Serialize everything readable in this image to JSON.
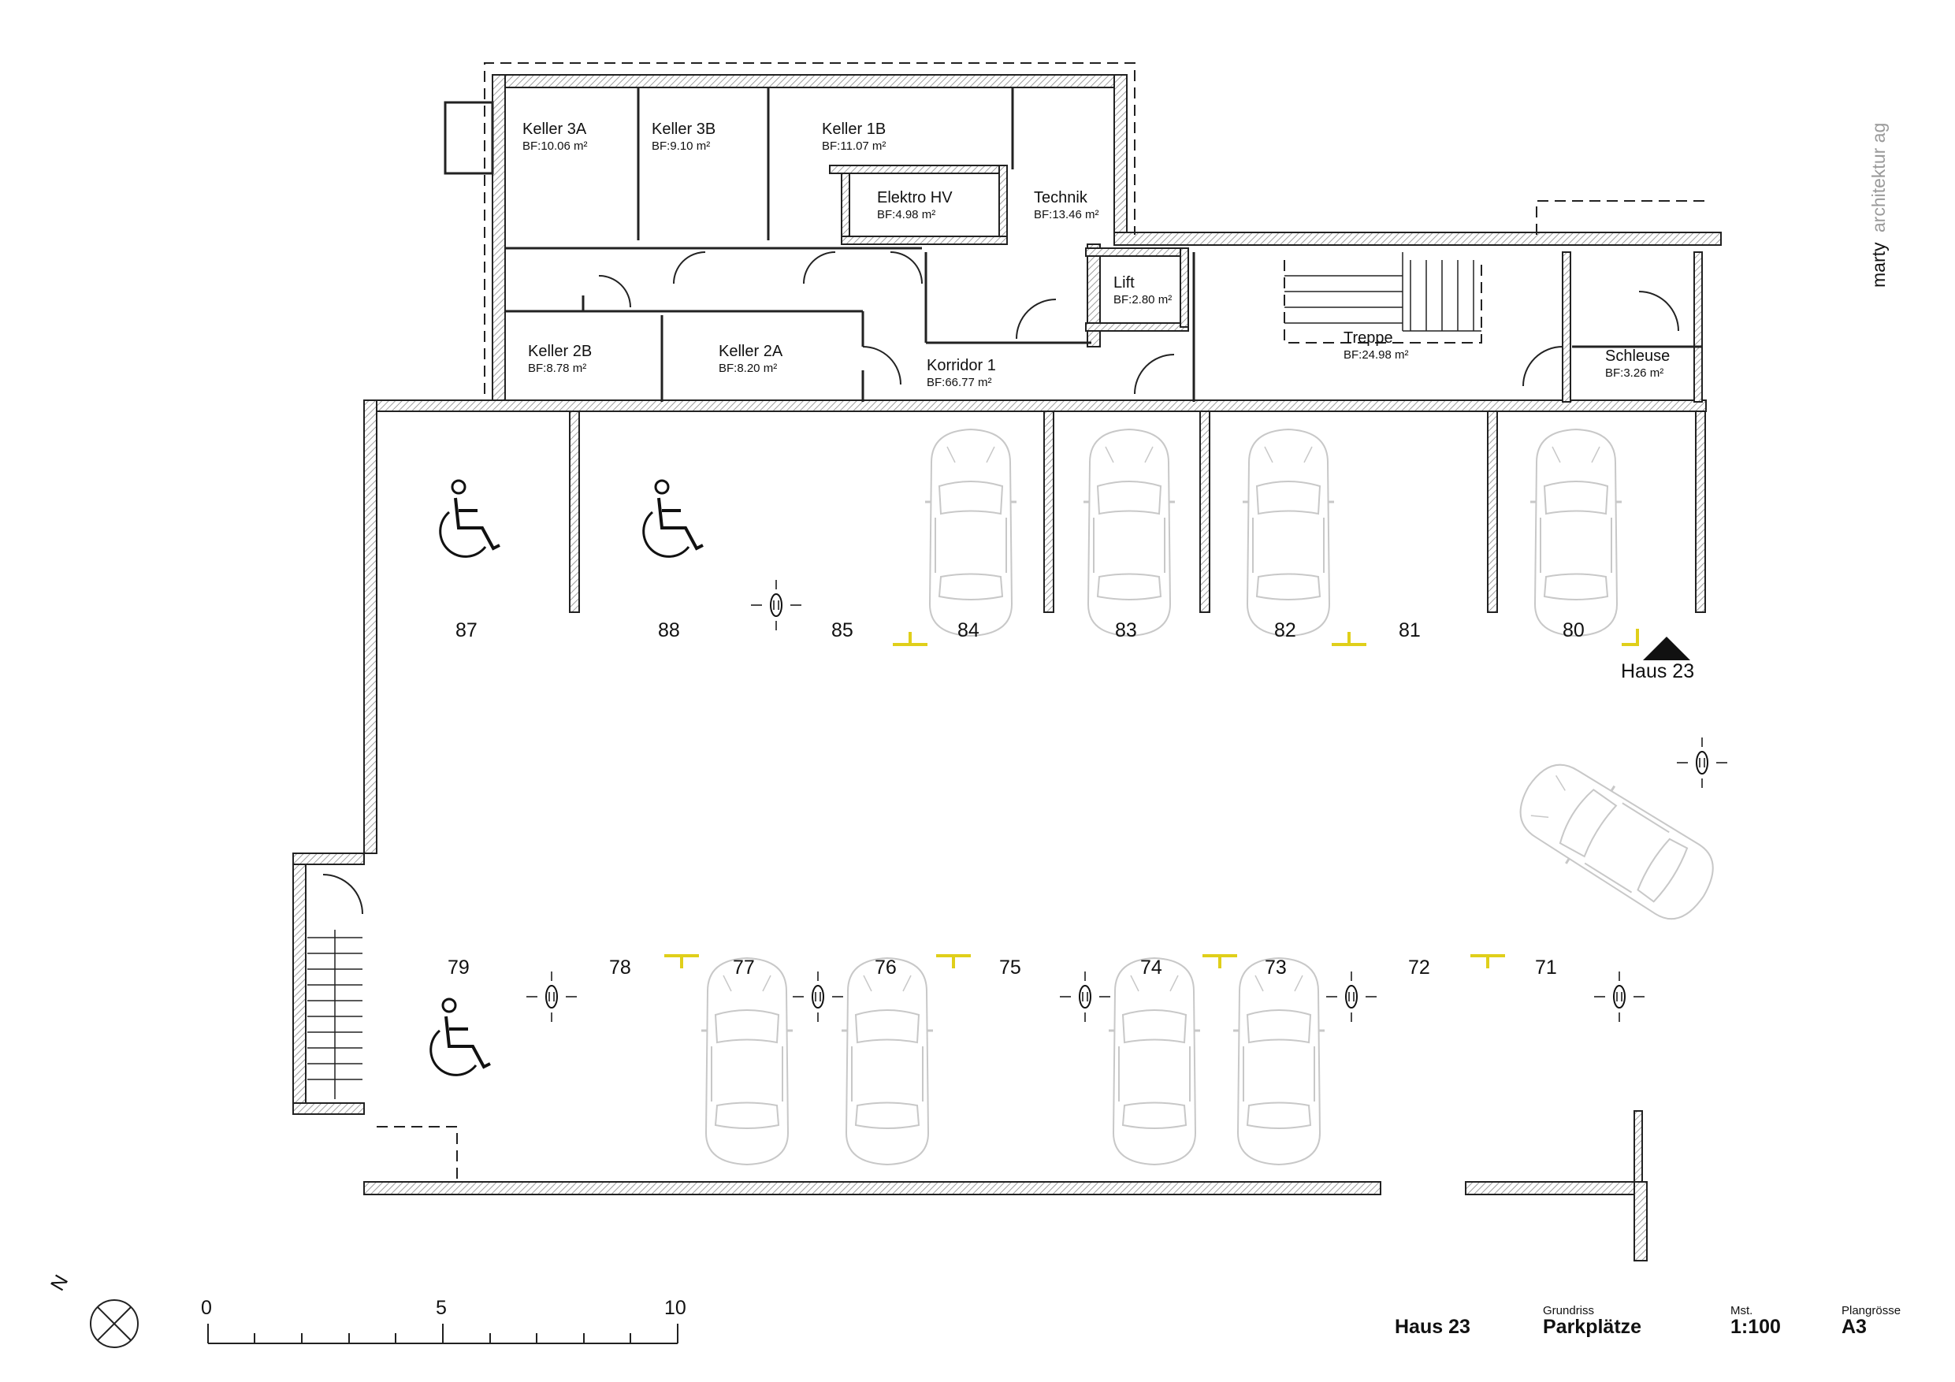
{
  "brand": {
    "name": "marty",
    "suffix": "architektur ag"
  },
  "colors": {
    "wall": "#222222",
    "hatch": "#bdbdbd",
    "accent": "#e0cf1a",
    "car": "#c8c8c8",
    "brand_grey": "#9a9a9a"
  },
  "rooms": [
    {
      "name": "Keller 3A",
      "area": "BF:10.06 m²"
    },
    {
      "name": "Keller 3B",
      "area": "BF:9.10 m²"
    },
    {
      "name": "Keller 1B",
      "area": "BF:11.07 m²"
    },
    {
      "name": "Elektro HV",
      "area": "BF:4.98 m²"
    },
    {
      "name": "Technik",
      "area": "BF:13.46 m²"
    },
    {
      "name": "Keller 2B",
      "area": "BF:8.78 m²"
    },
    {
      "name": "Keller 2A",
      "area": "BF:8.20 m²"
    },
    {
      "name": "Korridor 1",
      "area": "BF:66.77 m²"
    },
    {
      "name": "Lift",
      "area": "BF:2.80 m²"
    },
    {
      "name": "Treppe",
      "area": "BF:24.98 m²"
    },
    {
      "name": "Schleuse",
      "area": "BF:3.26 m²"
    }
  ],
  "parking": {
    "top_row": [
      "87",
      "88",
      "85",
      "84",
      "83",
      "82",
      "81",
      "80"
    ],
    "bottom_row": [
      "79",
      "78",
      "77",
      "76",
      "75",
      "74",
      "73",
      "72",
      "71"
    ]
  },
  "entrance_label": "Haus 23",
  "north_label": "N",
  "scale_bar": {
    "labels": [
      "0",
      "5",
      "10"
    ]
  },
  "title_block": {
    "project": "Haus 23",
    "plan_type_label": "Grundriss",
    "plan_type": "Parkplätze",
    "scale_label": "Mst.",
    "scale": "1:100",
    "size_label": "Plangrösse",
    "size": "A3"
  }
}
